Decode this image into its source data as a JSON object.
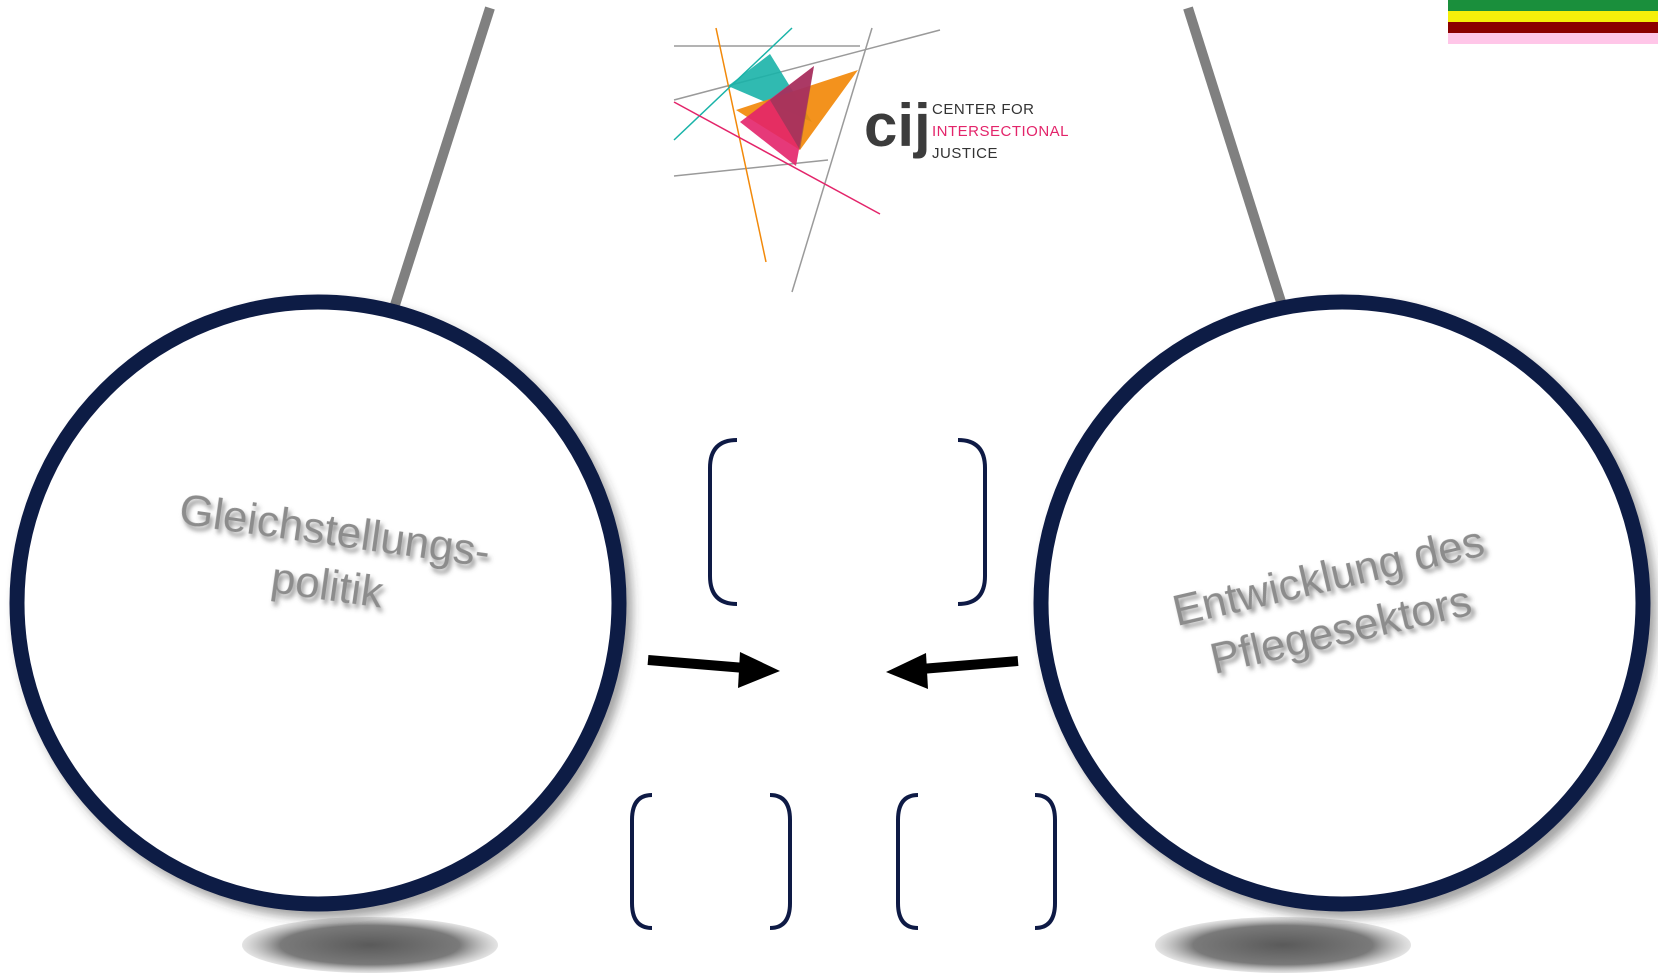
{
  "logo": {
    "mark": "cij",
    "line1": "CENTER FOR",
    "line2": "INTERSECTIONAL",
    "line3": "JUSTICE"
  },
  "left_circle": {
    "label_line1": "Gleichstellungs-",
    "label_line2": "politik"
  },
  "right_circle": {
    "label_line1": "Entwicklung des",
    "label_line2": "Pflegesektors"
  },
  "flag_stripes": [
    "#1a8f3c",
    "#f5ef0a",
    "#8b0000",
    "#ffc6e8"
  ],
  "colors": {
    "circle_stroke": "#0e1a45",
    "bracket_stroke": "#0e1a45",
    "rod": "#808080",
    "label": "#8c8c8c",
    "logo_teal": "#19b3a8",
    "logo_orange": "#f2890a",
    "logo_pink": "#e3246a",
    "logo_gray": "#9a9a9a"
  }
}
